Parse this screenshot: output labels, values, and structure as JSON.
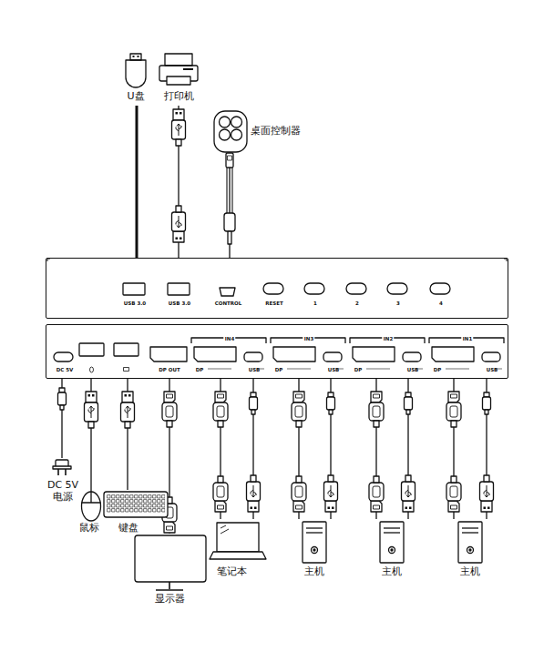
{
  "diagram": {
    "nodes": [
      {
        "text": [
          "USB 3.0",
          "USB 3.0",
          "CONTROL",
          "RESET",
          "1",
          "2",
          "3",
          "4"
        ]
      },
      {
        "text": [
          "DC 5V",
          "DP OUT",
          "IN4",
          "DP",
          "USB",
          "IN3",
          "DP",
          "USB",
          "IN2",
          "DP",
          "USB",
          "IN1",
          "DP",
          "USB"
        ]
      },
      {
        "text": [
          "U盘"
        ]
      },
      {
        "text": [
          "打印机"
        ]
      },
      {
        "text": [
          "桌面控制器"
        ]
      },
      {
        "text": [
          "DC 5V 电源"
        ]
      },
      {
        "text": [
          "鼠标"
        ]
      },
      {
        "text": [
          "键盘"
        ]
      },
      {
        "text": [
          "显示器"
        ]
      },
      {
        "text": [
          "笔记本"
        ]
      },
      {
        "text": [
          "主机"
        ]
      },
      {
        "text": [
          "主机"
        ]
      },
      {
        "text": [
          "主机"
        ]
      }
    ],
    "edges": [
      {
        "from": 2,
        "to": 0,
        "arrow": "none"
      },
      {
        "from": 3,
        "to": 0,
        "arrow": "none"
      },
      {
        "from": 4,
        "to": 0,
        "arrow": "none"
      },
      {
        "from": 5,
        "to": 1,
        "arrow": "none"
      },
      {
        "from": 6,
        "to": 1,
        "arrow": "none"
      },
      {
        "from": 7,
        "to": 1,
        "arrow": "none"
      },
      {
        "from": 8,
        "to": 1,
        "arrow": "none"
      },
      {
        "from": 9,
        "to": 1,
        "arrow": "none"
      },
      {
        "from": 9,
        "to": 1,
        "arrow": "none"
      },
      {
        "from": 10,
        "to": 1,
        "arrow": "none"
      },
      {
        "from": 10,
        "to": 1,
        "arrow": "none"
      },
      {
        "from": 11,
        "to": 1,
        "arrow": "none"
      },
      {
        "from": 11,
        "to": 1,
        "arrow": "none"
      },
      {
        "from": 12,
        "to": 1,
        "arrow": "none"
      },
      {
        "from": 12,
        "to": 1,
        "arrow": "none"
      }
    ]
  }
}
